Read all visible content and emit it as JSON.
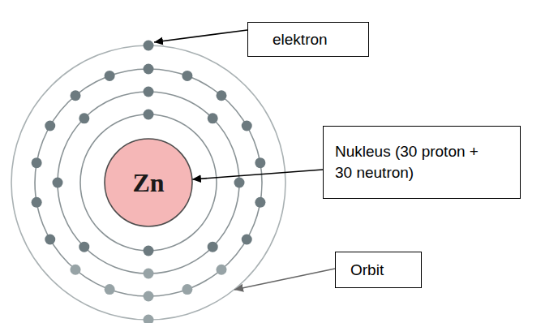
{
  "diagram": {
    "nodes": [
      {
        "text": [
          "elektron"
        ]
      },
      {
        "text": [
          "Zn"
        ]
      },
      {
        "text": [
          "Nukleus (30 proton + 30 neutron)"
        ]
      },
      {
        "text": [
          "Orbit"
        ]
      }
    ],
    "edges": [
      {
        "from": 2,
        "to": 1,
        "arrow": "to"
      }
    ]
  }
}
